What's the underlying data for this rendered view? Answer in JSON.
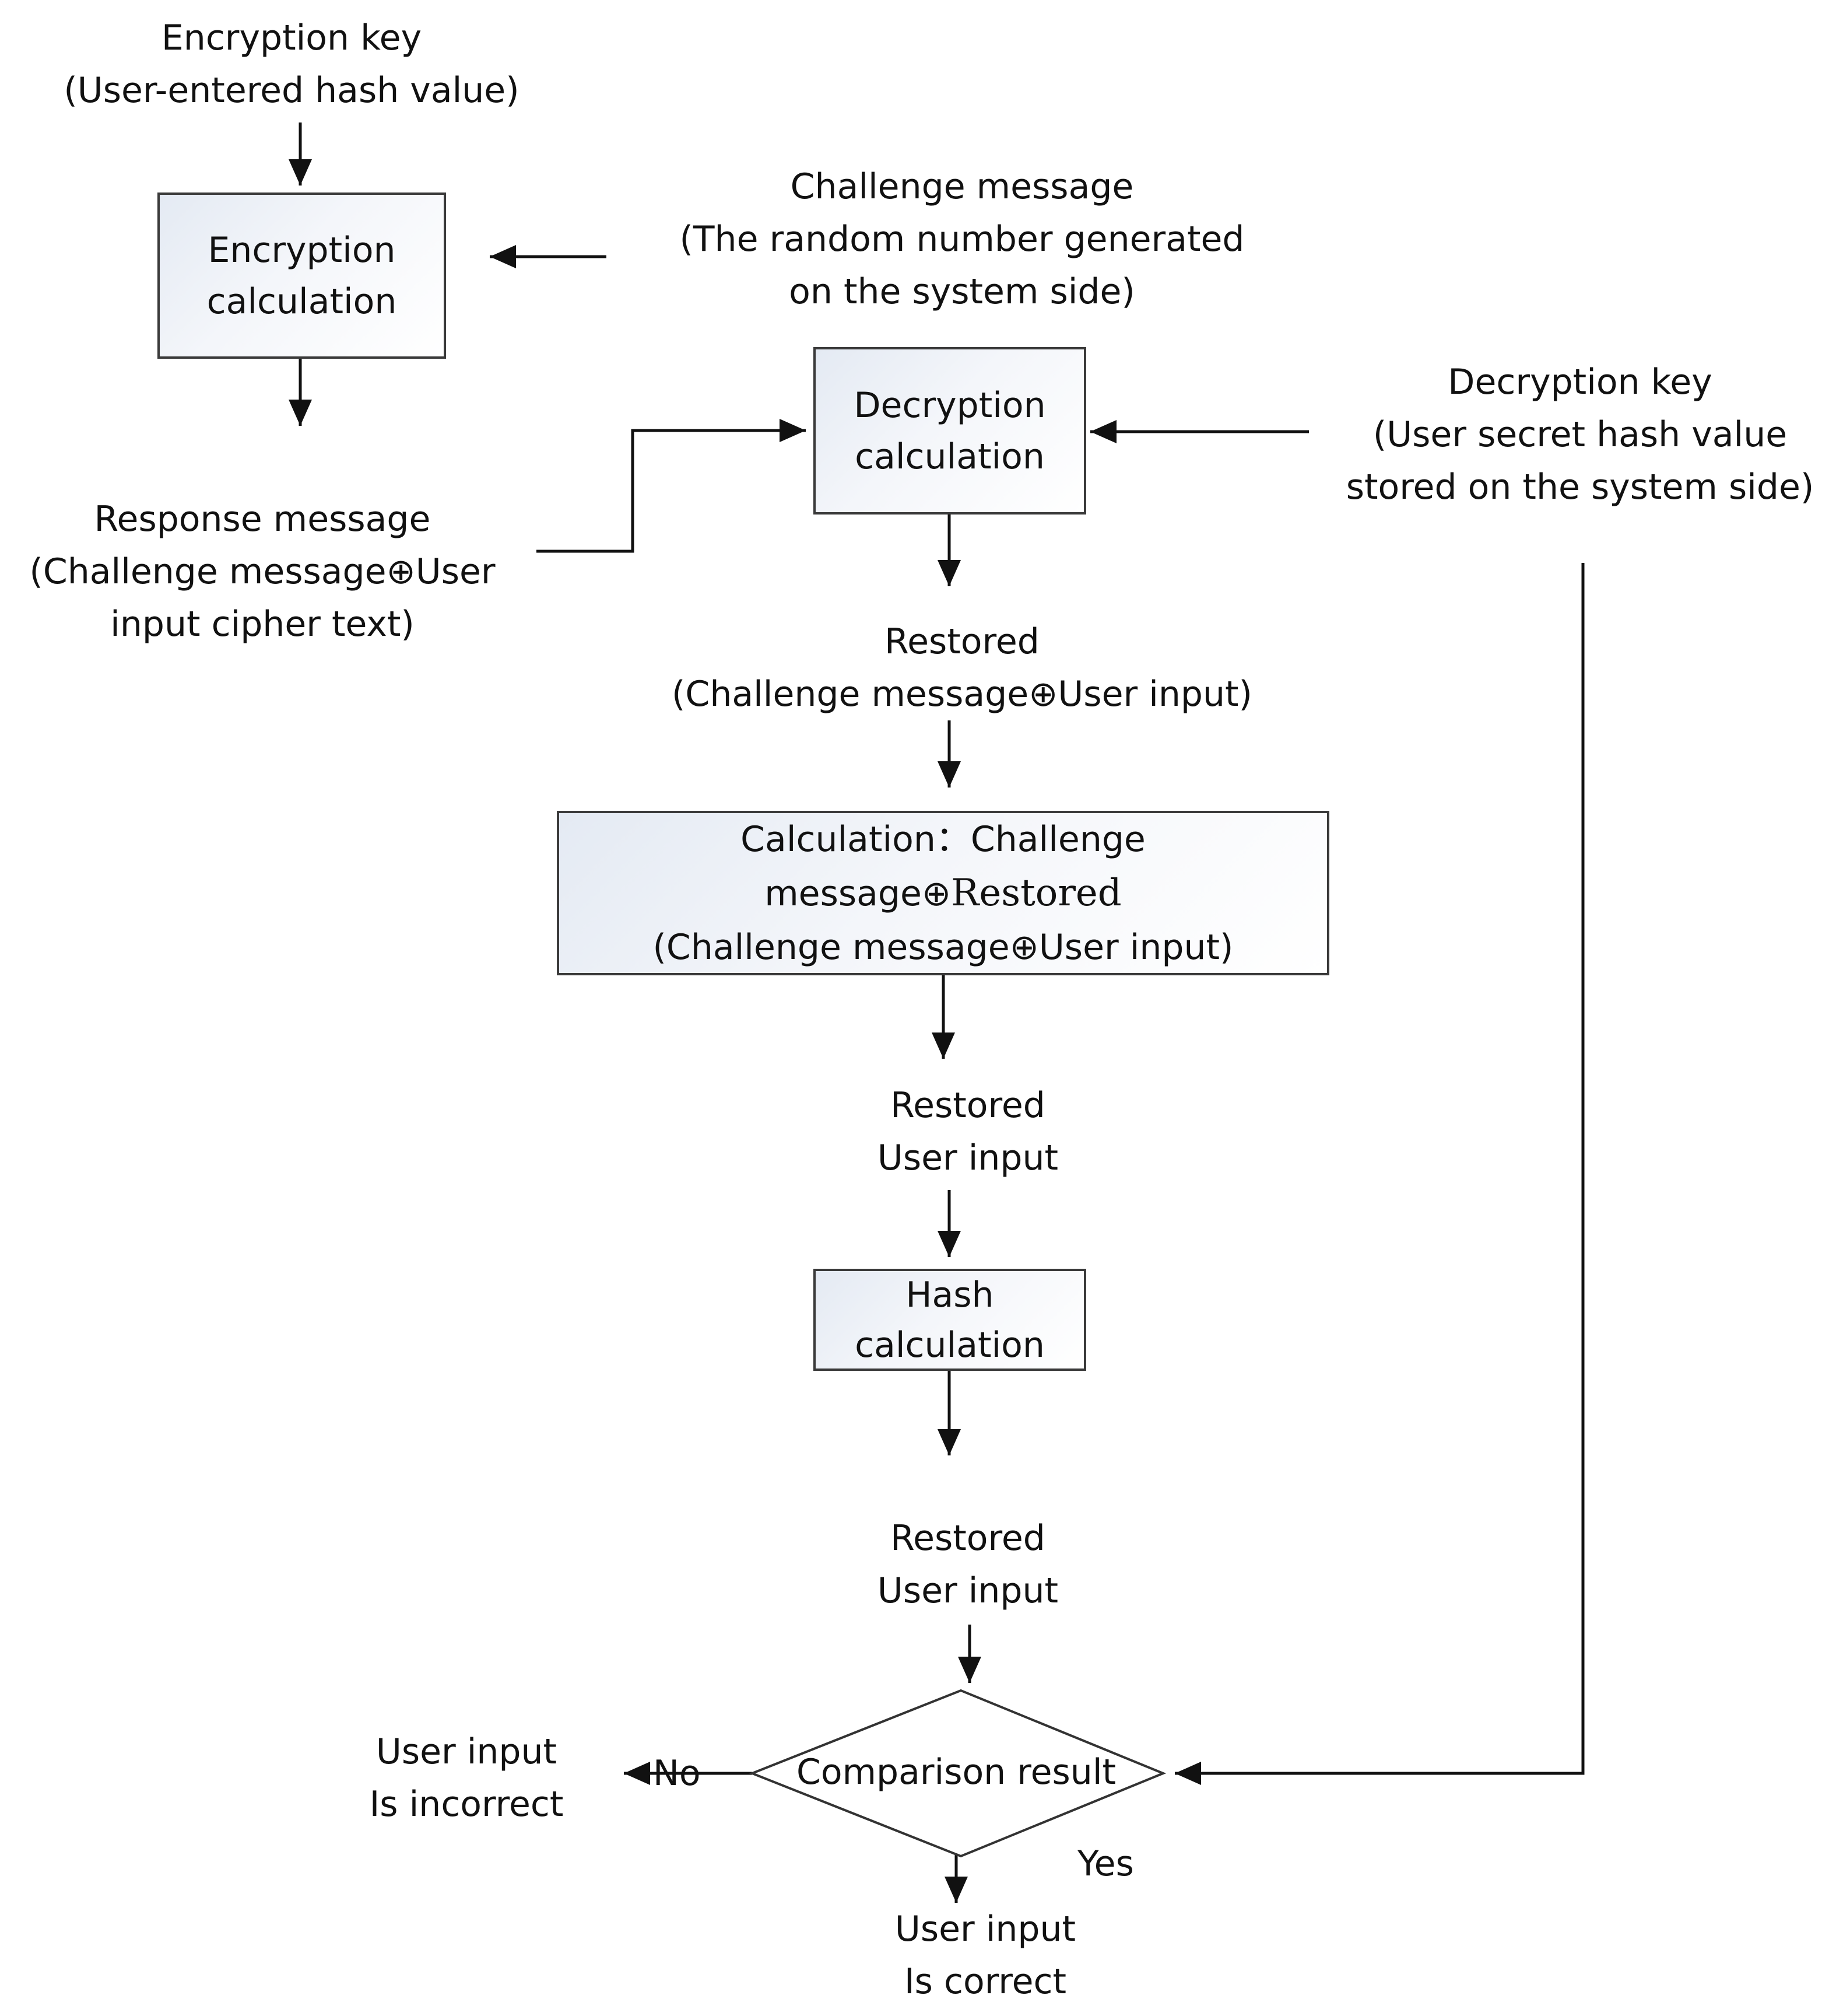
{
  "encryption_key": {
    "line1": "Encryption key",
    "line2": "(User-entered hash value)"
  },
  "encryption_box": {
    "line1": "Encryption",
    "line2": "calculation"
  },
  "challenge": {
    "line1": "Challenge message",
    "line2": "(The random number generated",
    "line3": "on the system side)"
  },
  "decryption_box": {
    "line1": "Decryption",
    "line2": "calculation"
  },
  "decryption_key": {
    "line1": "Decryption key",
    "line2": "(User secret hash value",
    "line3": "stored on the system side)"
  },
  "response": {
    "line1": "Response message",
    "line2": "(Challenge message⊕User",
    "line3": "input cipher text)"
  },
  "restored1": {
    "line1": "Restored",
    "line2": "(Challenge message⊕User input)"
  },
  "calc_box": {
    "line1": "Calculation：Challenge",
    "line2a": "message⊕",
    "line2b": "Restored",
    "line3": "(Challenge message⊕User input)"
  },
  "restored2": {
    "line1": "Restored",
    "line2": "User input"
  },
  "hash_box": {
    "line1": "Hash",
    "line2": "calculation"
  },
  "restored3": {
    "line1": "Restored",
    "line2": "User input"
  },
  "comparison": {
    "label": "Comparison result"
  },
  "no_label": "No",
  "yes_label": "Yes",
  "incorrect": {
    "line1": "User input",
    "line2": "Is incorrect"
  },
  "correct": {
    "line1": "User input",
    "line2": "Is correct"
  }
}
